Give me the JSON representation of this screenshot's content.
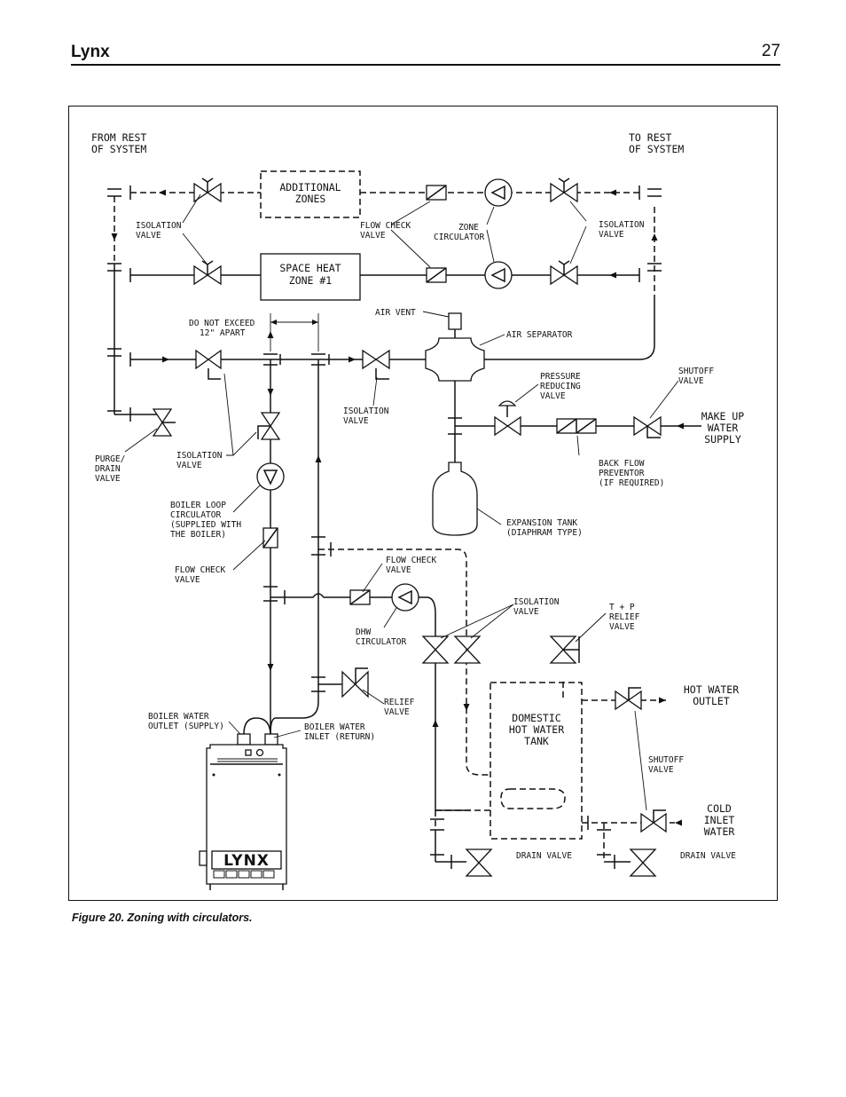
{
  "header": {
    "brand": "Lynx",
    "page_number": "27"
  },
  "figure": {
    "caption": "Figure 20. Zoning with circulators.",
    "labels": {
      "from_rest_1": "FROM REST",
      "from_rest_2": "OF SYSTEM",
      "to_rest_1": "TO REST",
      "to_rest_2": "OF SYSTEM",
      "additional_zones_1": "ADDITIONAL",
      "additional_zones_2": "ZONES",
      "space_heat_1": "SPACE HEAT",
      "space_heat_2": "ZONE #1",
      "isolation_valve_left_1": "ISOLATION",
      "isolation_valve_left_2": "VALVE",
      "flow_check_top_1": "FLOW CHECK",
      "flow_check_top_2": "VALVE",
      "zone_circ_1": "ZONE",
      "zone_circ_2": "CIRCULATOR",
      "isolation_valve_right_1": "ISOLATION",
      "isolation_valve_right_2": "VALVE",
      "do_not_exceed_1": "DO NOT EXCEED",
      "do_not_exceed_2": "12\" APART",
      "air_vent": "AIR VENT",
      "air_separator": "AIR SEPARATOR",
      "pressure_reducing_1": "PRESSURE",
      "pressure_reducing_2": "REDUCING",
      "pressure_reducing_3": "VALVE",
      "shutoff_top_1": "SHUTOFF",
      "shutoff_top_2": "VALVE",
      "isolation_valve_mid_1": "ISOLATION",
      "isolation_valve_mid_2": "VALVE",
      "make_up_1": "MAKE UP",
      "make_up_2": "WATER",
      "make_up_3": "SUPPLY",
      "purge_1": "PURGE/",
      "purge_2": "DRAIN",
      "purge_3": "VALVE",
      "isolation_valve_boiler_1": "ISOLATION",
      "isolation_valve_boiler_2": "VALVE",
      "back_flow_1": "BACK FLOW",
      "back_flow_2": "PREVENTOR",
      "back_flow_3": "(IF REQUIRED)",
      "boiler_loop_1": "BOILER LOOP",
      "boiler_loop_2": "CIRCULATOR",
      "boiler_loop_3": "(SUPPLIED WITH",
      "boiler_loop_4": "THE BOILER)",
      "expansion_1": "EXPANSION TANK",
      "expansion_2": "(DIAPHRAM TYPE)",
      "flow_check_boiler_1": "FLOW CHECK",
      "flow_check_boiler_2": "VALVE",
      "flow_check_dhw_1": "FLOW CHECK",
      "flow_check_dhw_2": "VALVE",
      "isolation_valve_dhw_1": "ISOLATION",
      "isolation_valve_dhw_2": "VALVE",
      "dhw_circ_1": "DHW",
      "dhw_circ_2": "CIRCULATOR",
      "tp_relief_1": "T + P",
      "tp_relief_2": "RELIEF",
      "tp_relief_3": "VALVE",
      "relief_valve_1": "RELIEF",
      "relief_valve_2": "VALVE",
      "hot_water_outlet_1": "HOT WATER",
      "hot_water_outlet_2": "OUTLET",
      "boiler_outlet_1": "BOILER WATER",
      "boiler_outlet_2": "OUTLET (SUPPLY)",
      "boiler_inlet_1": "BOILER WATER",
      "boiler_inlet_2": "INLET (RETURN)",
      "domestic_1": "DOMESTIC",
      "domestic_2": "HOT WATER",
      "domestic_3": "TANK",
      "shutoff_low_1": "SHUTOFF",
      "shutoff_low_2": "VALVE",
      "cold_inlet_1": "COLD",
      "cold_inlet_2": "INLET",
      "cold_inlet_3": "WATER",
      "drain_valve_left": "DRAIN VALVE",
      "drain_valve_right": "DRAIN VALVE",
      "boiler_logo": "LYNX"
    }
  }
}
